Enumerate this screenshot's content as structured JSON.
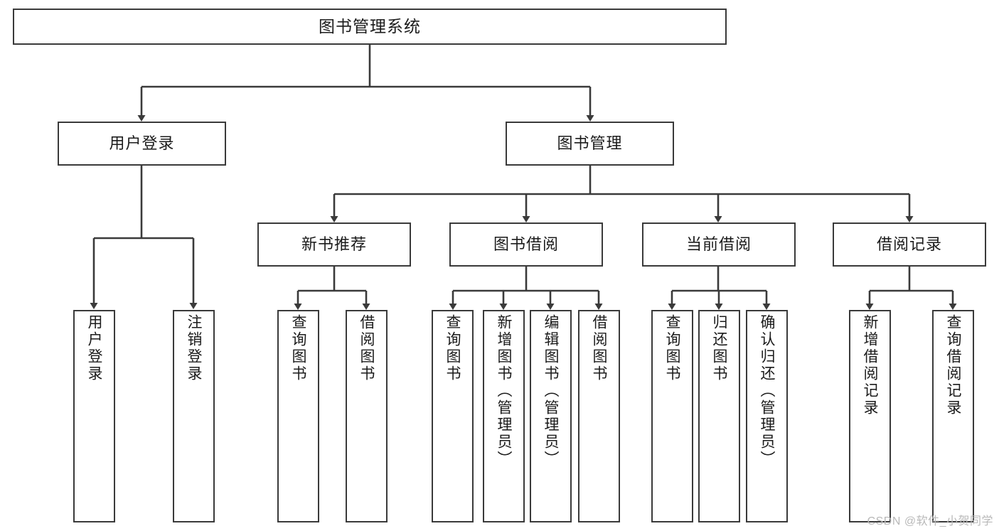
{
  "diagram": {
    "title": "图书管理系统",
    "type": "functional-structure-tree",
    "theme": {
      "background": "#ffffff",
      "box_border": "#3a3a3a",
      "box_fill": "#ffffff",
      "text": "#1b1b1b",
      "edge": "#3a3a3a",
      "watermark": "#b9b9b9"
    },
    "root": {
      "label": "图书管理系统"
    },
    "level2": [
      {
        "id": "user-login",
        "label": "用户登录"
      },
      {
        "id": "book-manage",
        "label": "图书管理"
      }
    ],
    "level3": [
      {
        "id": "new-book-recommend",
        "label": "新书推荐"
      },
      {
        "id": "book-borrow",
        "label": "图书借阅"
      },
      {
        "id": "current-borrow",
        "label": "当前借阅"
      },
      {
        "id": "borrow-record",
        "label": "借阅记录"
      }
    ],
    "leaves": {
      "user_login": [
        {
          "id": "leaf-user-login",
          "label": "用户登录"
        },
        {
          "id": "leaf-logout",
          "label": "注销登录"
        }
      ],
      "new_book_recommend": [
        {
          "id": "leaf-query-book-1",
          "label": "查询图书"
        },
        {
          "id": "leaf-borrow-book-1",
          "label": "借阅图书"
        }
      ],
      "book_borrow": [
        {
          "id": "leaf-query-book-2",
          "label": "查询图书"
        },
        {
          "id": "leaf-add-book",
          "label": "新增图书（管理员）"
        },
        {
          "id": "leaf-edit-book",
          "label": "编辑图书（管理员）"
        },
        {
          "id": "leaf-borrow-book-2",
          "label": "借阅图书"
        }
      ],
      "current_borrow": [
        {
          "id": "leaf-query-book-3",
          "label": "查询图书"
        },
        {
          "id": "leaf-return-book",
          "label": "归还图书"
        },
        {
          "id": "leaf-confirm-return",
          "label": "确认归还（管理员）"
        }
      ],
      "borrow_record": [
        {
          "id": "leaf-add-record",
          "label": "新增借阅记录"
        },
        {
          "id": "leaf-query-record",
          "label": "查询借阅记录"
        }
      ]
    },
    "watermark": "CSDN @软件_小贺同学"
  }
}
